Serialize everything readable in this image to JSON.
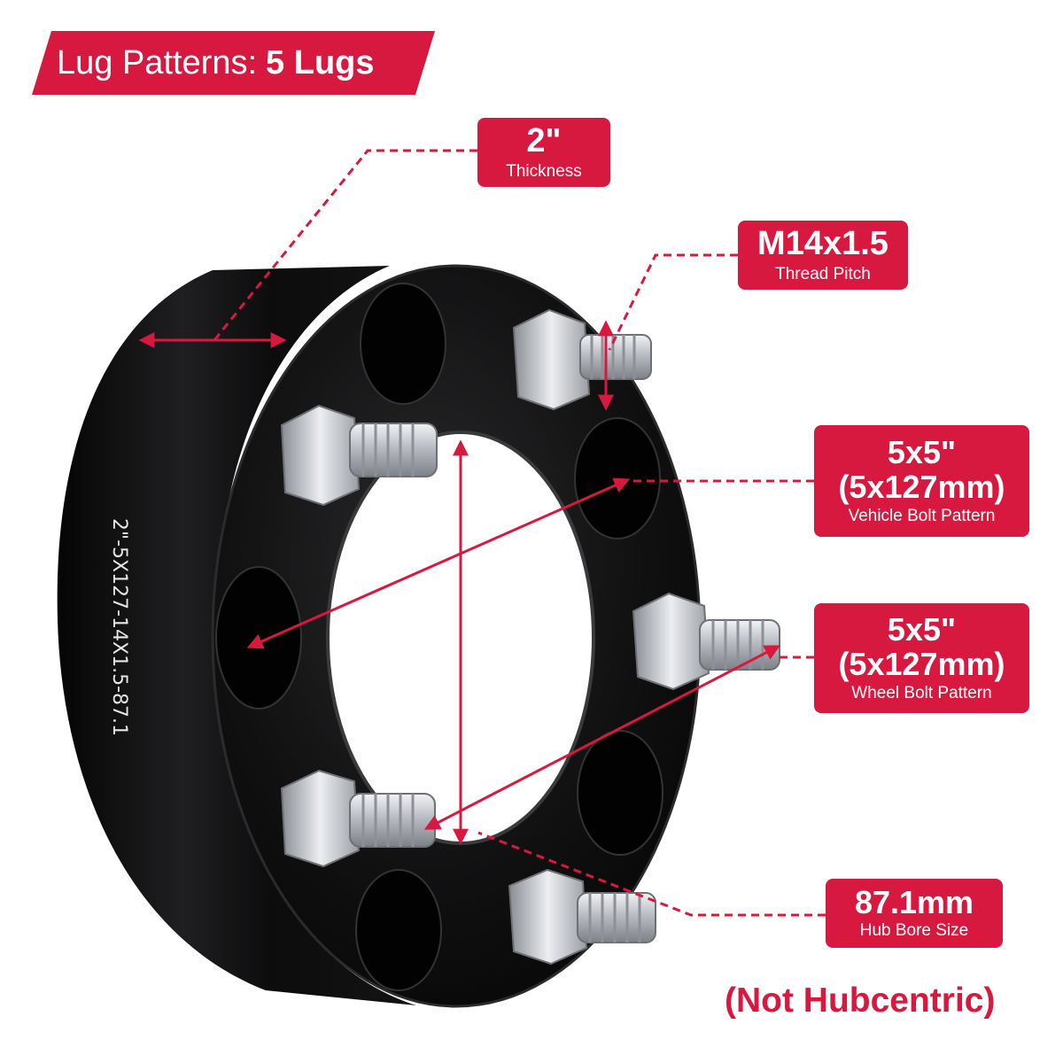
{
  "banner": {
    "prefix": "Lug Patterns:",
    "value": "5 Lugs"
  },
  "callouts": {
    "thickness": {
      "value": "2\"",
      "label": "Thickness"
    },
    "thread": {
      "value": "M14x1.5",
      "label": "Thread Pitch"
    },
    "vehicle_pattern": {
      "value": "5x5\"",
      "metric": "(5x127mm)",
      "label": "Vehicle Bolt Pattern"
    },
    "wheel_pattern": {
      "value": "5x5\"",
      "metric": "(5x127mm)",
      "label": "Wheel Bolt Pattern"
    },
    "hub_bore": {
      "value": "87.1mm",
      "label": "Hub Bore Size"
    }
  },
  "note": "(Not Hubcentric)",
  "engraving": "2\"-5X127-14X1.5-87.1",
  "colors": {
    "accent": "#d7193f",
    "spacer": "#0b0b0c",
    "stud": "#c9ccd1"
  }
}
